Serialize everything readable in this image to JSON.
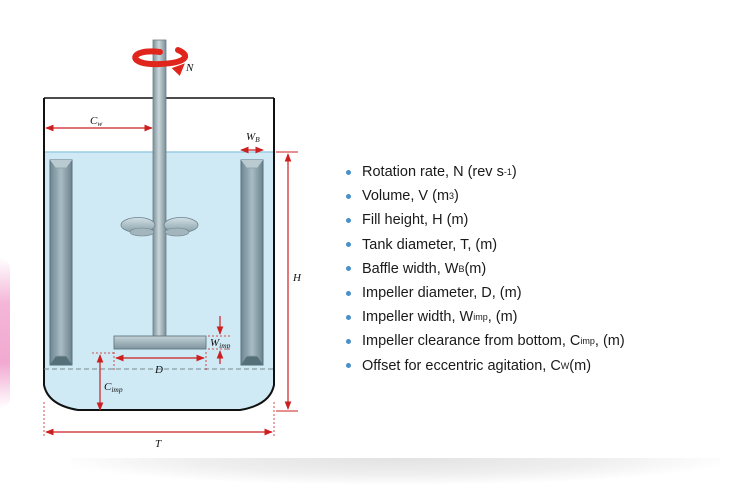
{
  "diagram": {
    "labels": {
      "N": "N",
      "Cw": "C",
      "Cw_sub": "w",
      "WB": "W",
      "WB_sub": "B",
      "H": "H",
      "D": "D",
      "Wimp": "W",
      "Wimp_sub": "imp",
      "Cimp": "C",
      "Cimp_sub": "imp",
      "T": "T"
    }
  },
  "legend": {
    "items": [
      {
        "text": "Rotation rate, N (rev s",
        "sup": "-1",
        "after": " )"
      },
      {
        "text": "Volume, V (m",
        "sup": "3",
        "after": ")"
      },
      {
        "text": "Fill height, H (m)"
      },
      {
        "text": "Tank diameter, T, (m)"
      },
      {
        "text": "Baffle width, W",
        "sub": "B",
        "after": " (m)"
      },
      {
        "text": "Impeller diameter, D, (m)"
      },
      {
        "text": "Impeller width, W",
        "sub": "imp",
        "after": ", (m)"
      },
      {
        "text": "Impeller clearance from bottom, C",
        "sub": "imp",
        "after": ", (m)"
      },
      {
        "text": "Offset for eccentric agitation, C",
        "sub": "W",
        "after": " (m)"
      }
    ]
  },
  "colors": {
    "liquid": "#cfe9f5",
    "baffle": "#7f99a4",
    "shaft": "#96abb3",
    "dimension": "#cc1f1f",
    "rotation_arrow": "#e0261c",
    "bullet": "#4a90c8"
  }
}
